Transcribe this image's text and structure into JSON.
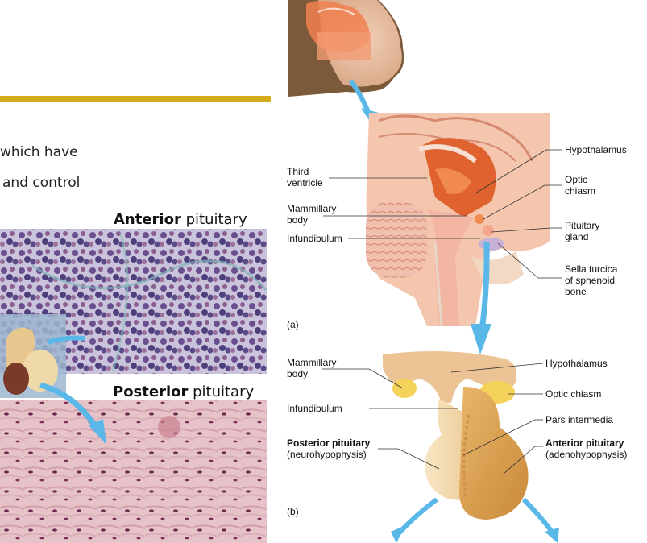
{
  "slide": {
    "bullet_line_1": "which have",
    "bullet_line_2": "and control",
    "colors": {
      "rule": "#d4aa1c",
      "arrow": "#5ab8e8"
    }
  },
  "micrographs": {
    "anterior": {
      "bold": "Anterior",
      "rest": " pituitary"
    },
    "posterior": {
      "bold": "Posterior",
      "rest": " pituitary"
    }
  },
  "figure_a": {
    "panel_label": "(a)",
    "labels": {
      "third_ventricle": [
        "Third",
        "ventricle"
      ],
      "mammillary_body": [
        "Mammillary",
        "body"
      ],
      "infundibulum": "Infundibulum",
      "hypothalamus": "Hypothalamus",
      "optic_chiasm": [
        "Optic",
        "chiasm"
      ],
      "pituitary_gland": [
        "Pituitary",
        "gland"
      ],
      "sella_turcica": [
        "Sella turcica",
        "of sphenoid",
        "bone"
      ]
    }
  },
  "figure_b": {
    "panel_label": "(b)",
    "labels": {
      "mammillary_body": [
        "Mammillary",
        "body"
      ],
      "hypothalamus": "Hypothalamus",
      "optic_chiasm": "Optic chiasm",
      "infundibulum": "Infundibulum",
      "pars_intermedia": "Pars intermedia",
      "posterior_pituitary": [
        "Posterior pituitary",
        "(neurohypophysis)"
      ],
      "anterior_pituitary": [
        "Anterior pituitary",
        "(adenohypophysis)"
      ]
    }
  }
}
